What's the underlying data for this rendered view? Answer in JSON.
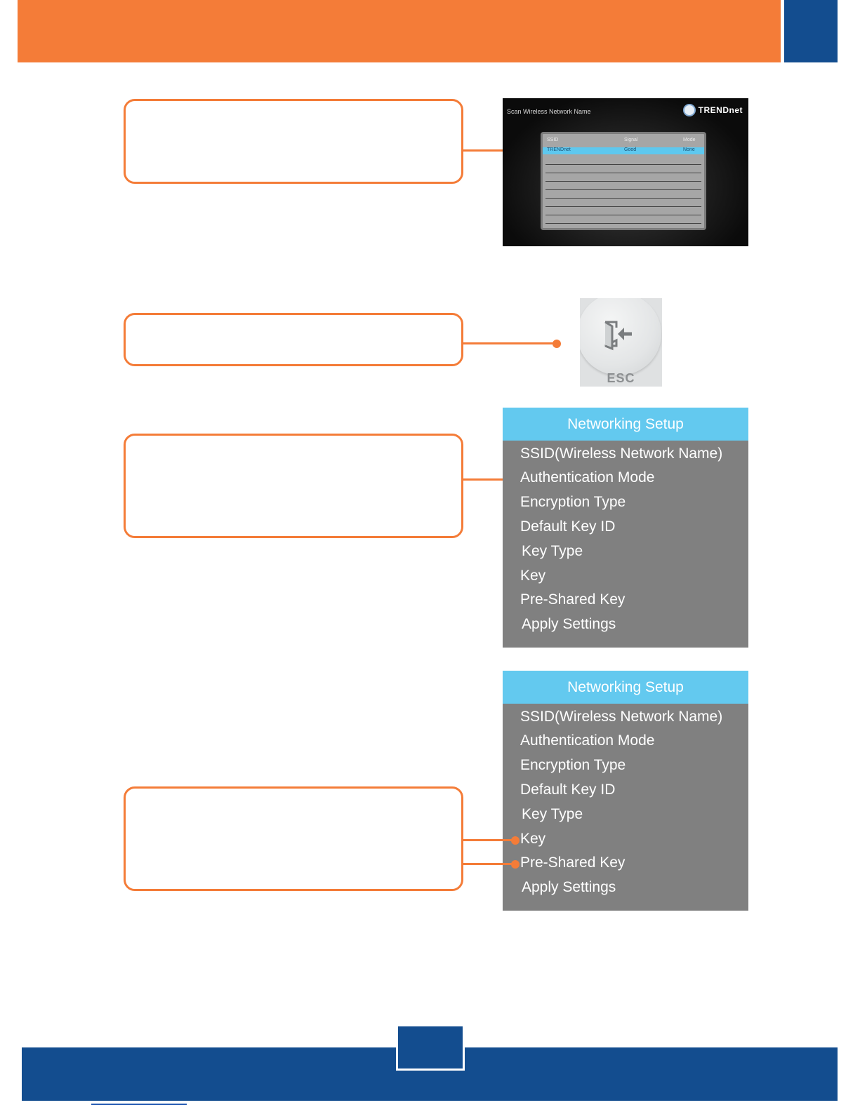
{
  "wireless_screen": {
    "title": "Scan Wireless Network Name",
    "logo": "TRENDnet",
    "rows": [
      {
        "c1": "SSID",
        "c2": "Signal",
        "c3": "Mode"
      },
      {
        "c1": "TRENDnet",
        "c2": "Good",
        "c3": "None"
      }
    ]
  },
  "esc_button": {
    "label": "ESC",
    "icon": "exit-door-icon"
  },
  "networking_menu_1": {
    "header": "Networking Setup",
    "items": [
      "SSID(Wireless Network Name)",
      "Authentication Mode",
      "Encryption Type",
      "Default Key ID",
      "Key Type",
      "Key",
      "Pre-Shared Key",
      "Apply Settings"
    ]
  },
  "networking_menu_2": {
    "header": "Networking Setup",
    "items": [
      "SSID(Wireless Network Name)",
      "Authentication Mode",
      "Encryption Type",
      "Default Key ID",
      "Key Type",
      "Key",
      "Pre-Shared Key",
      "Apply Settings"
    ]
  },
  "colors": {
    "orange": "#f47c38",
    "blue": "#134d8f",
    "cyan": "#63c9ef",
    "gray": "#808080"
  }
}
